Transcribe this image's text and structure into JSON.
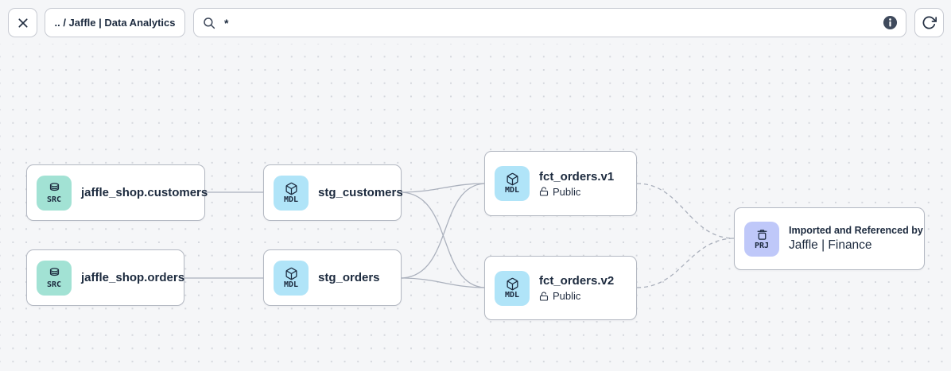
{
  "colors": {
    "background": "#f5f6f8",
    "grid_dot": "#d4d7dd",
    "node_border": "#b3b8c2",
    "text": "#1c2a3e",
    "edge": "#abb1bd",
    "badge_source": "#a2e2d4",
    "badge_model": "#b0e4f8",
    "badge_project": "#bfc8f9",
    "info_icon_fill": "#3f4a5c"
  },
  "topbar": {
    "close_icon": "close-icon",
    "breadcrumb": ".. / Jaffle | Data Analytics",
    "search": {
      "icon": "search-icon",
      "value": "*",
      "info_icon": "info-icon"
    },
    "refresh_icon": "refresh-icon"
  },
  "nodes": [
    {
      "type": "source",
      "badge": "SRC",
      "badge_icon": "database-icon",
      "title": "jaffle_shop.customers"
    },
    {
      "type": "source",
      "badge": "SRC",
      "badge_icon": "database-icon",
      "title": "jaffle_shop.orders"
    },
    {
      "type": "model",
      "badge": "MDL",
      "badge_icon": "cube-icon",
      "title": "stg_customers"
    },
    {
      "type": "model",
      "badge": "MDL",
      "badge_icon": "cube-icon",
      "title": "stg_orders"
    },
    {
      "type": "model",
      "badge": "MDL",
      "badge_icon": "cube-icon",
      "title": "fct_orders.v1",
      "access": "Public",
      "access_icon": "unlock-icon"
    },
    {
      "type": "model",
      "badge": "MDL",
      "badge_icon": "cube-icon",
      "title": "fct_orders.v2",
      "access": "Public",
      "access_icon": "unlock-icon"
    },
    {
      "type": "project",
      "badge": "PRJ",
      "badge_icon": "archive-icon",
      "subtitle": "Imported and Referenced by",
      "title": "Jaffle | Finance"
    }
  ],
  "edges": [
    {
      "from": "jaffle_shop.customers",
      "to": "stg_customers",
      "style": "solid"
    },
    {
      "from": "jaffle_shop.orders",
      "to": "stg_orders",
      "style": "solid"
    },
    {
      "from": "stg_customers",
      "to": "fct_orders.v1",
      "style": "solid"
    },
    {
      "from": "stg_customers",
      "to": "fct_orders.v2",
      "style": "solid"
    },
    {
      "from": "stg_orders",
      "to": "fct_orders.v1",
      "style": "solid"
    },
    {
      "from": "stg_orders",
      "to": "fct_orders.v2",
      "style": "solid"
    },
    {
      "from": "fct_orders.v1",
      "to": "Jaffle | Finance",
      "style": "dashed"
    },
    {
      "from": "fct_orders.v2",
      "to": "Jaffle | Finance",
      "style": "dashed"
    }
  ]
}
